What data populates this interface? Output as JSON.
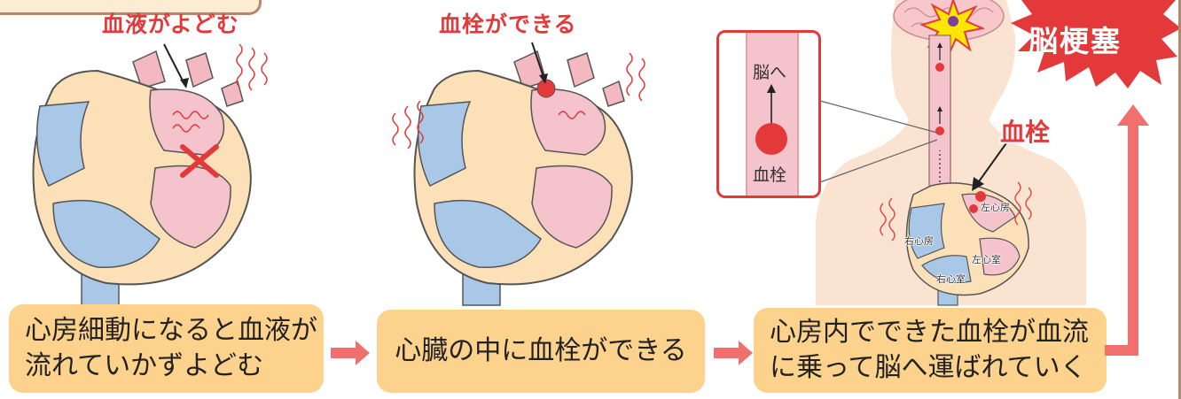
{
  "panels": [
    {
      "title": "血液がよどむ",
      "caption_lines": [
        "心房細動になると血液が",
        "流れていかずよどむ"
      ]
    },
    {
      "title": "血栓ができる",
      "caption_lines": [
        "心臓の中に血栓ができる"
      ]
    },
    {
      "caption_lines": [
        "心房内でできた血栓が血流",
        "に乗って脳へ運ばれていく"
      ]
    }
  ],
  "inset": {
    "top_label": "脳へ",
    "bottom_label": "血栓"
  },
  "body_diagram": {
    "clot_label": "血栓",
    "chambers": {
      "left_atrium": "左心房",
      "right_atrium": "右心房",
      "left_ventricle": "左心室",
      "right_ventricle": "右心室"
    }
  },
  "outcome": {
    "label": "脳梗塞"
  },
  "colors": {
    "accent_red": "#e4393a",
    "caption_bg": "#fcd28c",
    "flow_arrow": "#f07070",
    "skin": "#fbe3d1",
    "vessel_blue": "#a9c8e8",
    "vessel_pink": "#f3b8c0"
  }
}
